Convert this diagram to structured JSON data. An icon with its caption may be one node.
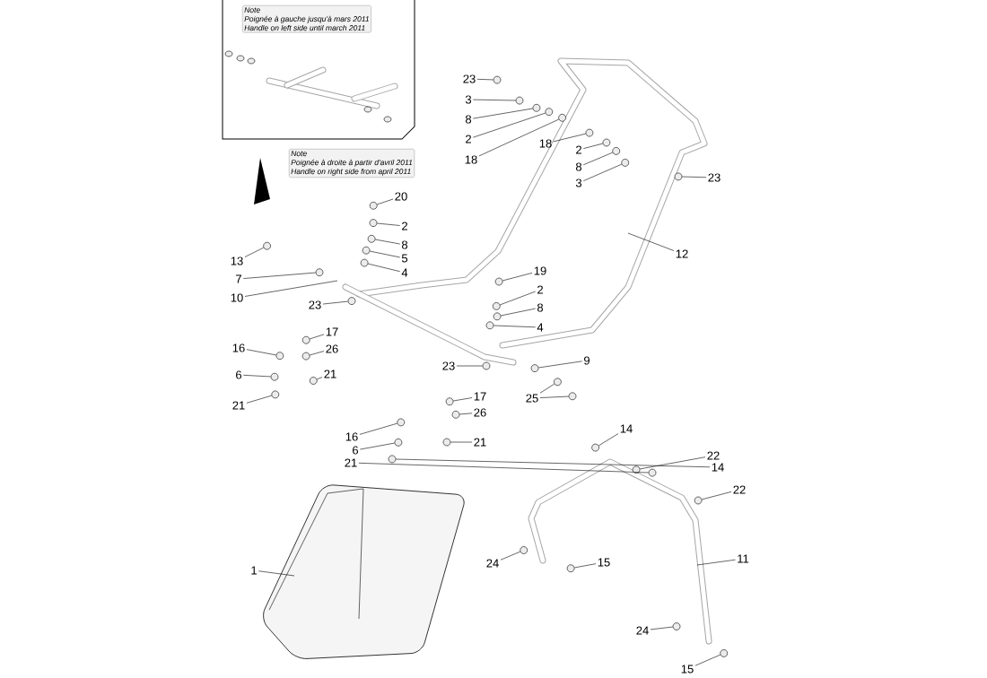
{
  "diagram": {
    "nodes": [
      {
        "text": [
          "Note",
          "Poignée à gauche jusqu'à mars 2011",
          "Handle on left side until march 2011"
        ]
      },
      {
        "text": [
          "Note",
          "Poignée à droite à partir d'avril 2011",
          "Handle on right side from april 2011"
        ]
      },
      {
        "text": [
          "23"
        ]
      },
      {
        "text": [
          "3"
        ]
      },
      {
        "text": [
          "8"
        ]
      },
      {
        "text": [
          "2"
        ]
      },
      {
        "text": [
          "18"
        ]
      },
      {
        "text": [
          "18"
        ]
      },
      {
        "text": [
          "2"
        ]
      },
      {
        "text": [
          "8"
        ]
      },
      {
        "text": [
          "3"
        ]
      },
      {
        "text": [
          "23"
        ]
      },
      {
        "text": [
          "20"
        ]
      },
      {
        "text": [
          "2"
        ]
      },
      {
        "text": [
          "8"
        ]
      },
      {
        "text": [
          "5"
        ]
      },
      {
        "text": [
          "13"
        ]
      },
      {
        "text": [
          "12"
        ]
      },
      {
        "text": [
          "4"
        ]
      },
      {
        "text": [
          "19"
        ]
      },
      {
        "text": [
          "7"
        ]
      },
      {
        "text": [
          "2"
        ]
      },
      {
        "text": [
          "10"
        ]
      },
      {
        "text": [
          "23"
        ]
      },
      {
        "text": [
          "8"
        ]
      },
      {
        "text": [
          "4"
        ]
      },
      {
        "text": [
          "17"
        ]
      },
      {
        "text": [
          "16"
        ]
      },
      {
        "text": [
          "26"
        ]
      },
      {
        "text": [
          "9"
        ]
      },
      {
        "text": [
          "23"
        ]
      },
      {
        "text": [
          "6"
        ]
      },
      {
        "text": [
          "21"
        ]
      },
      {
        "text": [
          "17"
        ]
      },
      {
        "text": [
          "25"
        ]
      },
      {
        "text": [
          "21"
        ]
      },
      {
        "text": [
          "26"
        ]
      },
      {
        "text": [
          "14"
        ]
      },
      {
        "text": [
          "16"
        ]
      },
      {
        "text": [
          "21"
        ]
      },
      {
        "text": [
          "6"
        ]
      },
      {
        "text": [
          "22"
        ]
      },
      {
        "text": [
          "21"
        ]
      },
      {
        "text": [
          "14"
        ]
      },
      {
        "text": [
          "22"
        ]
      },
      {
        "text": [
          "11"
        ]
      },
      {
        "text": [
          "15"
        ]
      },
      {
        "text": [
          "24"
        ]
      },
      {
        "text": [
          "1"
        ]
      },
      {
        "text": [
          "24"
        ]
      },
      {
        "text": [
          "15"
        ]
      },
      {
        "text": [],
        "shape": "circle"
      },
      {
        "text": [],
        "shape": "circle"
      },
      {
        "text": [],
        "shape": "circle"
      },
      {
        "text": [],
        "shape": "circle"
      },
      {
        "text": [],
        "shape": "circle"
      },
      {
        "text": [],
        "shape": "circle"
      },
      {
        "text": [],
        "shape": "circle"
      },
      {
        "text": [],
        "shape": "circle"
      },
      {
        "text": [],
        "shape": "circle"
      },
      {
        "text": [],
        "shape": "circle"
      },
      {
        "text": [],
        "shape": "circle"
      },
      {
        "text": [],
        "shape": "circle"
      },
      {
        "text": [],
        "shape": "circle"
      },
      {
        "text": [],
        "shape": "circle"
      },
      {
        "text": [],
        "shape": "circle"
      },
      {
        "text": [],
        "shape": "circle"
      },
      {
        "text": [],
        "shape": "circle"
      },
      {
        "text": [],
        "shape": "circle"
      },
      {
        "text": [],
        "shape": "circle"
      },
      {
        "text": [],
        "shape": "circle"
      },
      {
        "text": [],
        "shape": "circle"
      },
      {
        "text": [],
        "shape": "circle"
      },
      {
        "text": [],
        "shape": "circle"
      },
      {
        "text": [],
        "shape": "circle"
      },
      {
        "text": [],
        "shape": "circle"
      },
      {
        "text": [],
        "shape": "circle"
      },
      {
        "text": [],
        "shape": "circle"
      },
      {
        "text": [],
        "shape": "circle"
      },
      {
        "text": [],
        "shape": "circle"
      },
      {
        "text": [],
        "shape": "circle"
      },
      {
        "text": [],
        "shape": "circle"
      },
      {
        "text": [],
        "shape": "circle"
      },
      {
        "text": [],
        "shape": "circle"
      },
      {
        "text": [],
        "shape": "circle"
      },
      {
        "text": [],
        "shape": "circle"
      },
      {
        "text": [],
        "shape": "circle"
      },
      {
        "text": [],
        "shape": "circle"
      },
      {
        "text": [],
        "shape": "circle"
      },
      {
        "text": [],
        "shape": "circle"
      },
      {
        "text": [],
        "shape": "circle"
      },
      {
        "text": [],
        "shape": "circle"
      },
      {
        "text": [],
        "shape": "circle"
      },
      {
        "text": [],
        "shape": "circle"
      },
      {
        "text": [],
        "shape": "circle"
      },
      {
        "text": [],
        "shape": "circle"
      },
      {
        "text": [],
        "shape": "circle"
      }
    ],
    "edges": [
      {
        "from": 2,
        "to": 51,
        "arrow": "none"
      },
      {
        "from": 3,
        "to": 52,
        "arrow": "none"
      },
      {
        "from": 4,
        "to": 53,
        "arrow": "none"
      },
      {
        "from": 5,
        "to": 54,
        "arrow": "none"
      },
      {
        "from": 6,
        "to": 55,
        "arrow": "none"
      },
      {
        "from": 7,
        "to": 56,
        "arrow": "none"
      },
      {
        "from": 8,
        "to": 57,
        "arrow": "none"
      },
      {
        "from": 9,
        "to": 58,
        "arrow": "none"
      },
      {
        "from": 10,
        "to": 59,
        "arrow": "none"
      },
      {
        "from": 11,
        "to": 60,
        "arrow": "none"
      },
      {
        "from": 12,
        "to": 61,
        "arrow": "none"
      },
      {
        "from": 13,
        "to": 62,
        "arrow": "none"
      },
      {
        "from": 14,
        "to": 63,
        "arrow": "none"
      },
      {
        "from": 15,
        "to": 64,
        "arrow": "none"
      },
      {
        "from": 16,
        "to": 65,
        "arrow": "none"
      },
      {
        "from": 17,
        "to": null,
        "arrow": "none"
      },
      {
        "from": 18,
        "to": 66,
        "arrow": "none"
      },
      {
        "from": 19,
        "to": 67,
        "arrow": "none"
      },
      {
        "from": 20,
        "to": 68,
        "arrow": "none"
      },
      {
        "from": 21,
        "to": 69,
        "arrow": "none"
      },
      {
        "from": 22,
        "to": null,
        "arrow": "none"
      },
      {
        "from": 23,
        "to": 70,
        "arrow": "none"
      },
      {
        "from": 24,
        "to": 71,
        "arrow": "none"
      },
      {
        "from": 25,
        "to": 72,
        "arrow": "none"
      },
      {
        "from": 26,
        "to": 73,
        "arrow": "none"
      },
      {
        "from": 27,
        "to": 74,
        "arrow": "none"
      },
      {
        "from": 28,
        "to": 75,
        "arrow": "none"
      },
      {
        "from": 29,
        "to": 76,
        "arrow": "none"
      },
      {
        "from": 30,
        "to": 77,
        "arrow": "none"
      },
      {
        "from": 31,
        "to": 78,
        "arrow": "none"
      },
      {
        "from": 32,
        "to": 79,
        "arrow": "none"
      },
      {
        "from": 33,
        "to": 80,
        "arrow": "none"
      },
      {
        "from": 34,
        "to": 81,
        "arrow": "none"
      },
      {
        "from": 34,
        "to": 82,
        "arrow": "none"
      },
      {
        "from": 35,
        "to": 83,
        "arrow": "none"
      },
      {
        "from": 36,
        "to": 84,
        "arrow": "none"
      },
      {
        "from": 37,
        "to": 85,
        "arrow": "none"
      },
      {
        "from": 38,
        "to": 86,
        "arrow": "none"
      },
      {
        "from": 39,
        "to": 87,
        "arrow": "none"
      },
      {
        "from": 40,
        "to": 88,
        "arrow": "none"
      },
      {
        "from": 41,
        "to": 89,
        "arrow": "none"
      },
      {
        "from": 42,
        "to": 90,
        "arrow": "none"
      },
      {
        "from": 43,
        "to": 91,
        "arrow": "none"
      },
      {
        "from": 44,
        "to": 92,
        "arrow": "none"
      },
      {
        "from": 45,
        "to": null,
        "arrow": "none"
      },
      {
        "from": 46,
        "to": 93,
        "arrow": "none"
      },
      {
        "from": 47,
        "to": 94,
        "arrow": "none"
      },
      {
        "from": 48,
        "to": null,
        "arrow": "none"
      },
      {
        "from": 49,
        "to": 95,
        "arrow": "none"
      },
      {
        "from": 50,
        "to": 96,
        "arrow": "none"
      }
    ]
  }
}
